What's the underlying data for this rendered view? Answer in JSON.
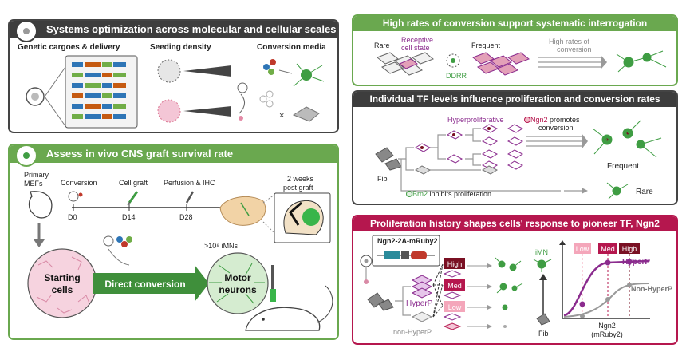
{
  "panels": {
    "systems": {
      "title": "Systems optimization across molecular and cellular scales",
      "col1": "Genetic cargoes & delivery",
      "col2": "Seeding density",
      "col3": "Conversion media"
    },
    "invivo": {
      "title": "Assess in vivo CNS graft survival rate",
      "primary_line1": "Primary",
      "primary_line2": "MEFs",
      "conversion": "Conversion",
      "cell_graft": "Cell graft",
      "perfusion": "Perfusion & IHC",
      "d0": "D0",
      "d14": "D14",
      "d28": "D28",
      "weeks_line1": "2 weeks",
      "weeks_line2": "post graft",
      "imns": ">10⁸ iMNs",
      "starting_line1": "Starting",
      "starting_line2": "cells",
      "direct": "Direct conversion",
      "motor_line1": "Motor",
      "motor_line2": "neurons"
    },
    "high": {
      "title": "High rates of conversion support systematic interrogation",
      "rare": "Rare",
      "receptive_line1": "Receptive",
      "receptive_line2": "cell state",
      "frequent": "Frequent",
      "ddrr": "DDRR",
      "rates_line1": "High rates of",
      "rates_line2": "conversion"
    },
    "tf": {
      "title": "Individual TF levels influence proliferation and conversion rates",
      "hyper": "Hyperproliferative",
      "ngn2": "Ngn2",
      "promotes_line1": " promotes",
      "promotes_line2": "conversion",
      "fib": "Fib",
      "brn2": "Brn2",
      "inhibits": " inhibits proliferation",
      "frequent": "Frequent",
      "rare": "Rare"
    },
    "prolif": {
      "title": "Proliferation history shapes cells' response to pioneer TF, Ngn2",
      "construct": "Ngn2-2A-mRuby2",
      "high": "High",
      "med": "Med",
      "low": "Low",
      "hyperp": "HyperP",
      "non_hyperp": "non-HyperP",
      "imn": "iMN",
      "fib": "Fib",
      "g_low": "Low",
      "g_med": "Med",
      "g_high": "High",
      "hyperp_curve": "HyperP",
      "nonhyperp_curve": "Non-HyperP",
      "xlabel_line1": "Ngn2",
      "xlabel_line2": "(mRuby2)"
    }
  },
  "colors": {
    "dark_header": "#3d3d3d",
    "green_header": "#6aa84f",
    "crimson_header": "#b5174e",
    "purple": "#8b2c8e",
    "neuron_green": "#3f9d43",
    "maroon": "#7a1023"
  }
}
